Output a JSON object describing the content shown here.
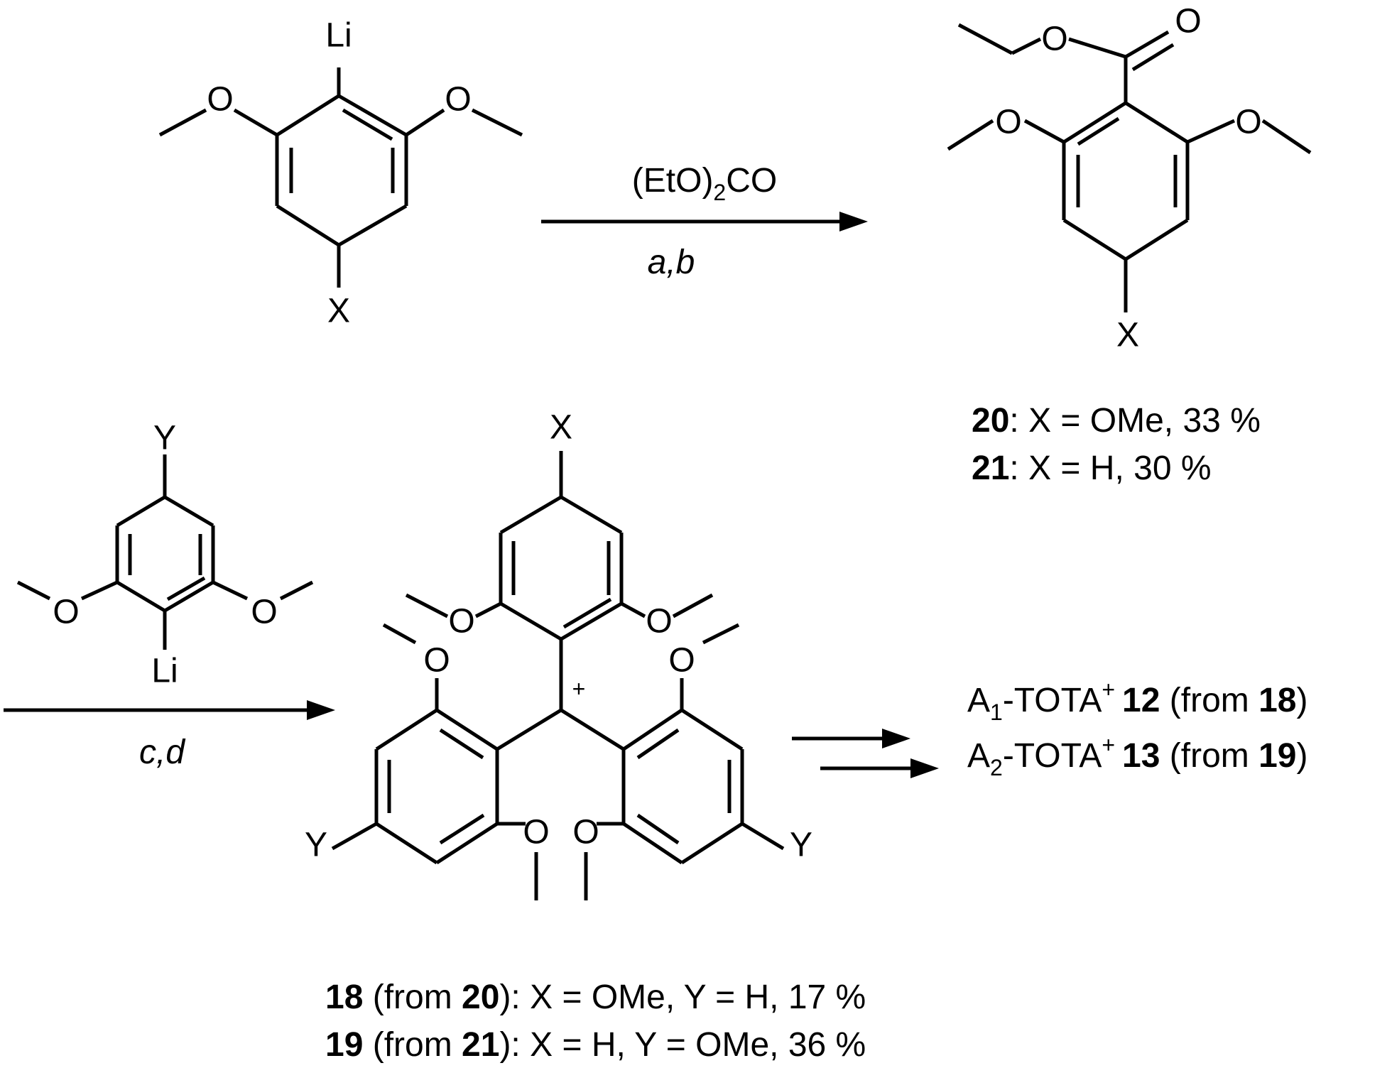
{
  "atoms": {
    "li": "Li",
    "o": "O",
    "x": "X",
    "y": "Y",
    "plus": "+"
  },
  "step1": {
    "reagent_base": "(EtO)",
    "reagent_sub": "2",
    "reagent_tail": "CO",
    "conditions": "a,b"
  },
  "step2": {
    "conditions": "c,d"
  },
  "products_20_21": [
    {
      "id": "20",
      "text": ": X = OMe, 33 %"
    },
    {
      "id": "21",
      "text": ": X = H, 30 %"
    }
  ],
  "products_18_19": [
    {
      "id": "18",
      "mid": " (from ",
      "src": "20",
      "text": "): X = OMe, Y = H, 17 %"
    },
    {
      "id": "19",
      "mid": " (from ",
      "src": "21",
      "text": "): X = H, Y = OMe, 36 %"
    }
  ],
  "final": [
    {
      "prefix": "A",
      "sub": "1",
      "mid": "-TOTA",
      "sup": "+",
      "id": "12",
      "from": " (from ",
      "src": "18",
      "close": ")"
    },
    {
      "prefix": "A",
      "sub": "2",
      "mid": "-TOTA",
      "sup": "+",
      "id": "13",
      "from": " (from ",
      "src": "19",
      "close": ")"
    }
  ]
}
